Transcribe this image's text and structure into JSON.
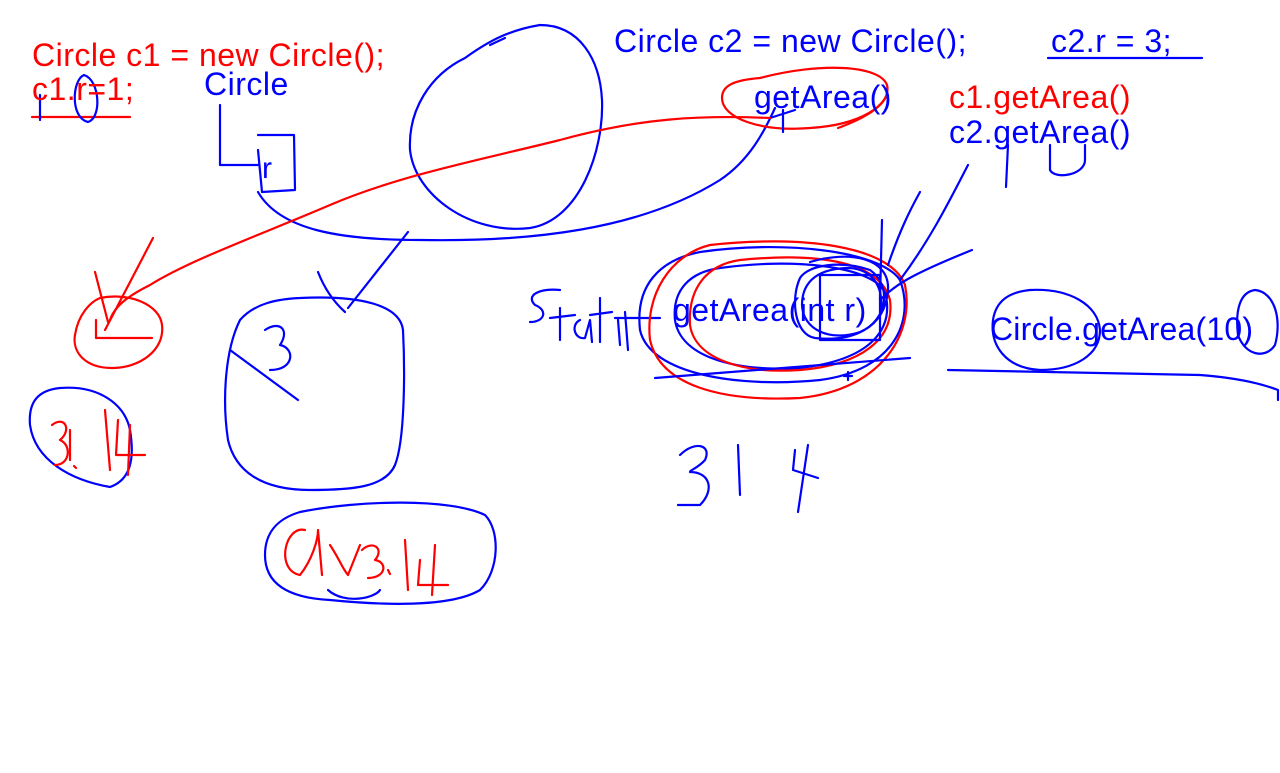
{
  "texts": {
    "c1_decl": "Circle c1 = new Circle();",
    "c1_assign": "c1.r=1;",
    "class_name": "Circle",
    "field_r": "r",
    "c2_decl": "Circle c2 = new Circle();",
    "c2_assign": "c2.r = 3;",
    "method_getarea": "getArea()",
    "call_c1": "c1.getArea()",
    "call_c2": "c2.getArea()",
    "static_method": "getArea(int r)",
    "static_call": "Circle.getArea(10)"
  },
  "colors": {
    "ink_red": "#ff0000",
    "ink_blue": "#0000ff",
    "background": "#ffffff"
  }
}
